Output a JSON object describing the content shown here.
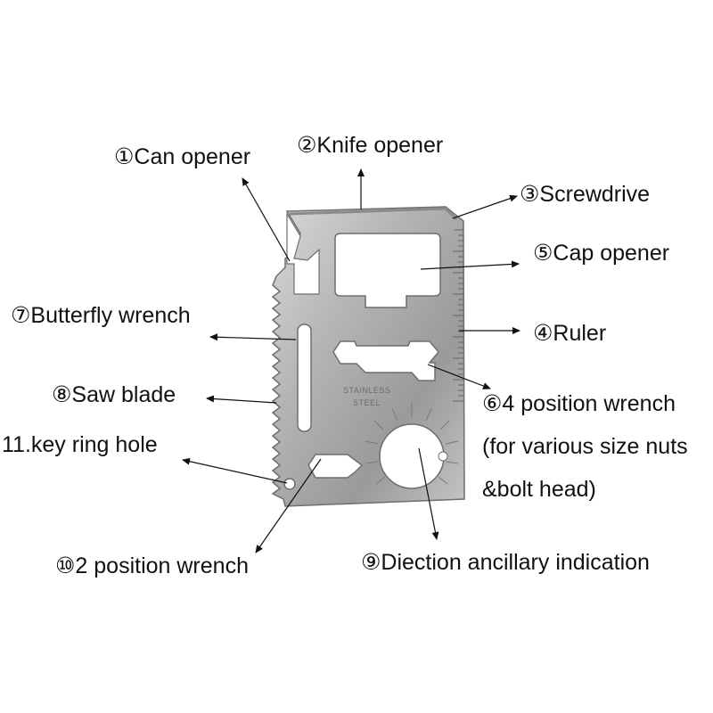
{
  "labels": {
    "can_opener": "①Can opener",
    "knife_opener": "②Knife opener",
    "screwdrive": "③Screwdrive",
    "cap_opener": "⑤Cap opener",
    "butterfly_wrench": "⑦Butterfly wrench",
    "ruler": "④Ruler",
    "saw_blade": "⑧Saw blade",
    "four_position_wrench_line1": "⑥4 position wrench",
    "four_position_wrench_line2": "(for various size nuts",
    "four_position_wrench_line3": "&bolt head)",
    "key_ring_hole": "11.key ring hole",
    "two_position_wrench": "⑩2 position wrench",
    "direction_indication": "⑨Diection ancillary indication"
  },
  "card": {
    "engraving_line1": "STAINLESS",
    "engraving_line2": "STEEL"
  },
  "colors": {
    "arrow": "#111111",
    "steel_light": "#c9c9c9",
    "steel_dark": "#7b7b7b"
  }
}
